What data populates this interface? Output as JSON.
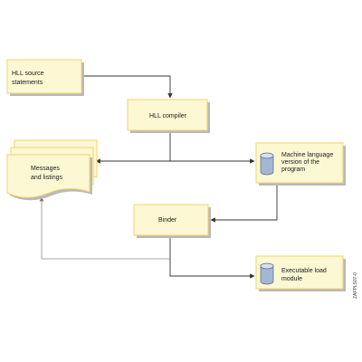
{
  "diagram": {
    "colors": {
      "box_fill": "#fdf8d4",
      "box_border": "#f2d36a",
      "box_shadow": "#b9b9b9",
      "line": "#333333",
      "return_line": "#999999",
      "cylinder_body": "#a4b6d2",
      "cylinder_top": "#d6e0ef",
      "cylinder_stroke": "#56688a"
    },
    "nodes": {
      "source": {
        "line1": "HLL source",
        "line2": "statements"
      },
      "compiler": {
        "label": "HLL compiler"
      },
      "messages": {
        "line1": "Messages",
        "line2": "and listings"
      },
      "machine": {
        "line1": "Machine language",
        "line2": "version of the",
        "line3": "program"
      },
      "binder": {
        "label": "Binder"
      },
      "executable": {
        "line1": "Executable load",
        "line2": "module"
      }
    },
    "figure_code": "ZAFPLS07-0"
  }
}
